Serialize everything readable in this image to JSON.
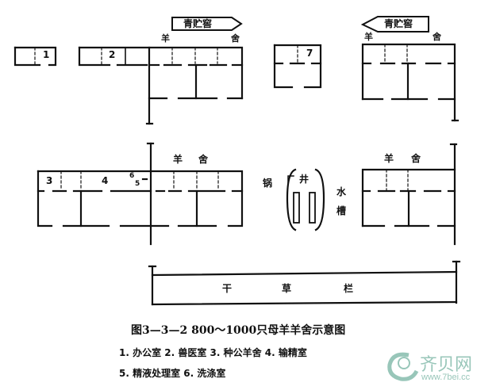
{
  "diagram": {
    "labels": {
      "silo_left": "青贮窖",
      "silo_right": "青贮窖",
      "shed_top_left_a": "羊",
      "shed_top_left_b": "舍",
      "shed_top_right_a": "羊",
      "shed_top_right_b": "舍",
      "shed_mid_left_a": "羊",
      "shed_mid_left_b": "舍",
      "shed_mid_right_a": "羊",
      "shed_mid_right_b": "舍",
      "room1": "1",
      "room2": "2",
      "room3": "3",
      "room4": "4",
      "room5": "5",
      "room6": "6",
      "room7": "7",
      "boiler": "锅",
      "well": "井",
      "trough_a": "水",
      "trough_b": "槽",
      "hay_a": "干",
      "hay_b": "草",
      "hay_c": "栏"
    },
    "caption": "图3—3—2   800～1000只母羊羊舍示意图",
    "legend": {
      "line1": "1. 办公室   2. 兽医室  3. 种公羊舍   4. 输精室",
      "line2": "5. 精液处理室  6. 洗涤室"
    }
  },
  "watermark": {
    "name": "齐贝网",
    "url": "www.7bei.cc",
    "color": "#7fb8a8"
  }
}
